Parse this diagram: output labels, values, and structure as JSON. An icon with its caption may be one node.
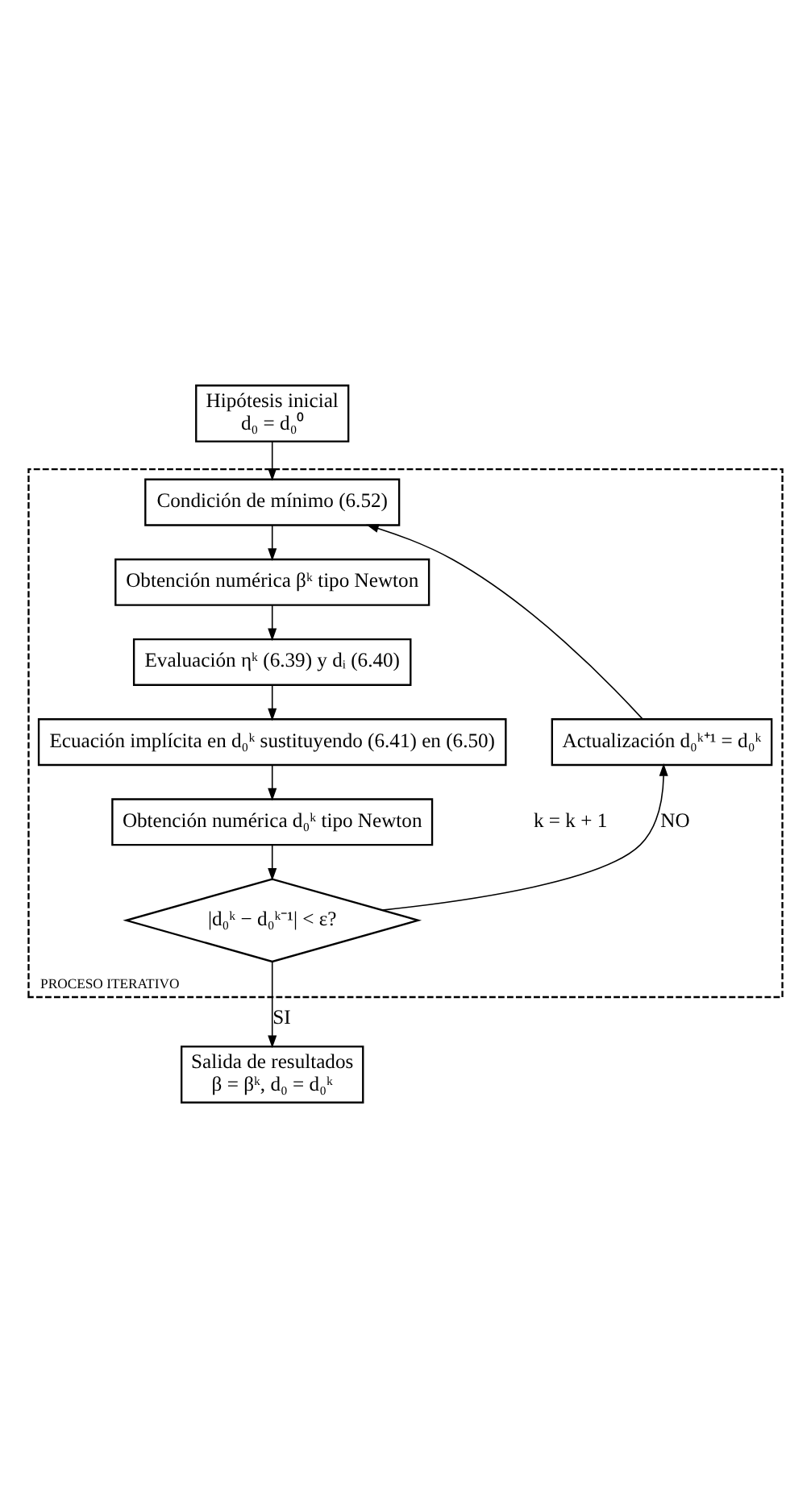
{
  "diagram": {
    "nodes": [
      {
        "text": [
          "Hipótesis inicial",
          "d₀ = d₀⁰"
        ]
      },
      {
        "text": [
          "PROCESO ITERATIVO"
        ]
      },
      {
        "text": [
          "Condición de mínimo (6.52)"
        ],
        "in": 1
      },
      {
        "text": [
          "Obtención numérica βᵏ tipo Newton"
        ],
        "in": 1
      },
      {
        "text": [
          "Evaluación ηᵏ (6.39) y dᵢ (6.40)"
        ],
        "in": 1
      },
      {
        "text": [
          "Ecuación implícita en d₀ᵏ sustituyendo (6.41) en (6.50)"
        ],
        "in": 1
      },
      {
        "text": [
          "Obtención numérica d₀ᵏ tipo Newton"
        ],
        "in": 1
      },
      {
        "text": [
          "|d₀ᵏ − d₀ᵏ⁻¹| < ε?"
        ],
        "in": 1
      },
      {
        "text": [
          "Actualización d₀ᵏ⁺¹ = d₀ᵏ"
        ],
        "in": 1
      },
      {
        "text": [
          "Salida de resultados",
          "β = βᵏ, d₀ = d₀ᵏ"
        ]
      }
    ],
    "edges": [
      {
        "from": 0,
        "to": 2,
        "arrow": "to"
      },
      {
        "from": 2,
        "to": 3,
        "arrow": "to"
      },
      {
        "from": 3,
        "to": 4,
        "arrow": "to"
      },
      {
        "from": 4,
        "to": 5,
        "arrow": "to"
      },
      {
        "from": 5,
        "to": 6,
        "arrow": "to"
      },
      {
        "from": 6,
        "to": 7,
        "arrow": "to"
      },
      {
        "from": 7,
        "to": 8,
        "arrow": "to",
        "label": "NO"
      },
      {
        "from": 8,
        "to": 2,
        "arrow": "to"
      },
      {
        "from": 7,
        "to": 9,
        "arrow": "to",
        "label": "SI"
      }
    ],
    "labels": [
      "k = k + 1"
    ]
  }
}
